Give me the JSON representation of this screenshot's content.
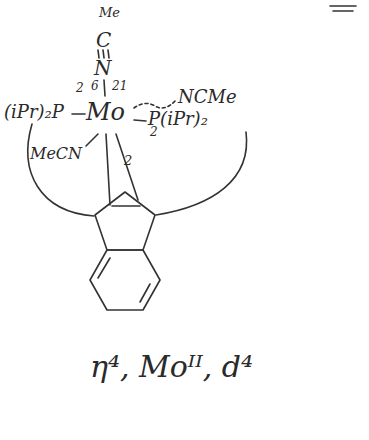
{
  "diagram": {
    "labels": [
      "Me",
      "C",
      "N",
      "(iPr)₂P",
      "2",
      "6",
      "21",
      "Mo",
      "NCMe",
      "P(iPr)₂",
      "2",
      "MeCN",
      "2",
      "η⁴, Moᴵᴵ, d⁴"
    ]
  }
}
